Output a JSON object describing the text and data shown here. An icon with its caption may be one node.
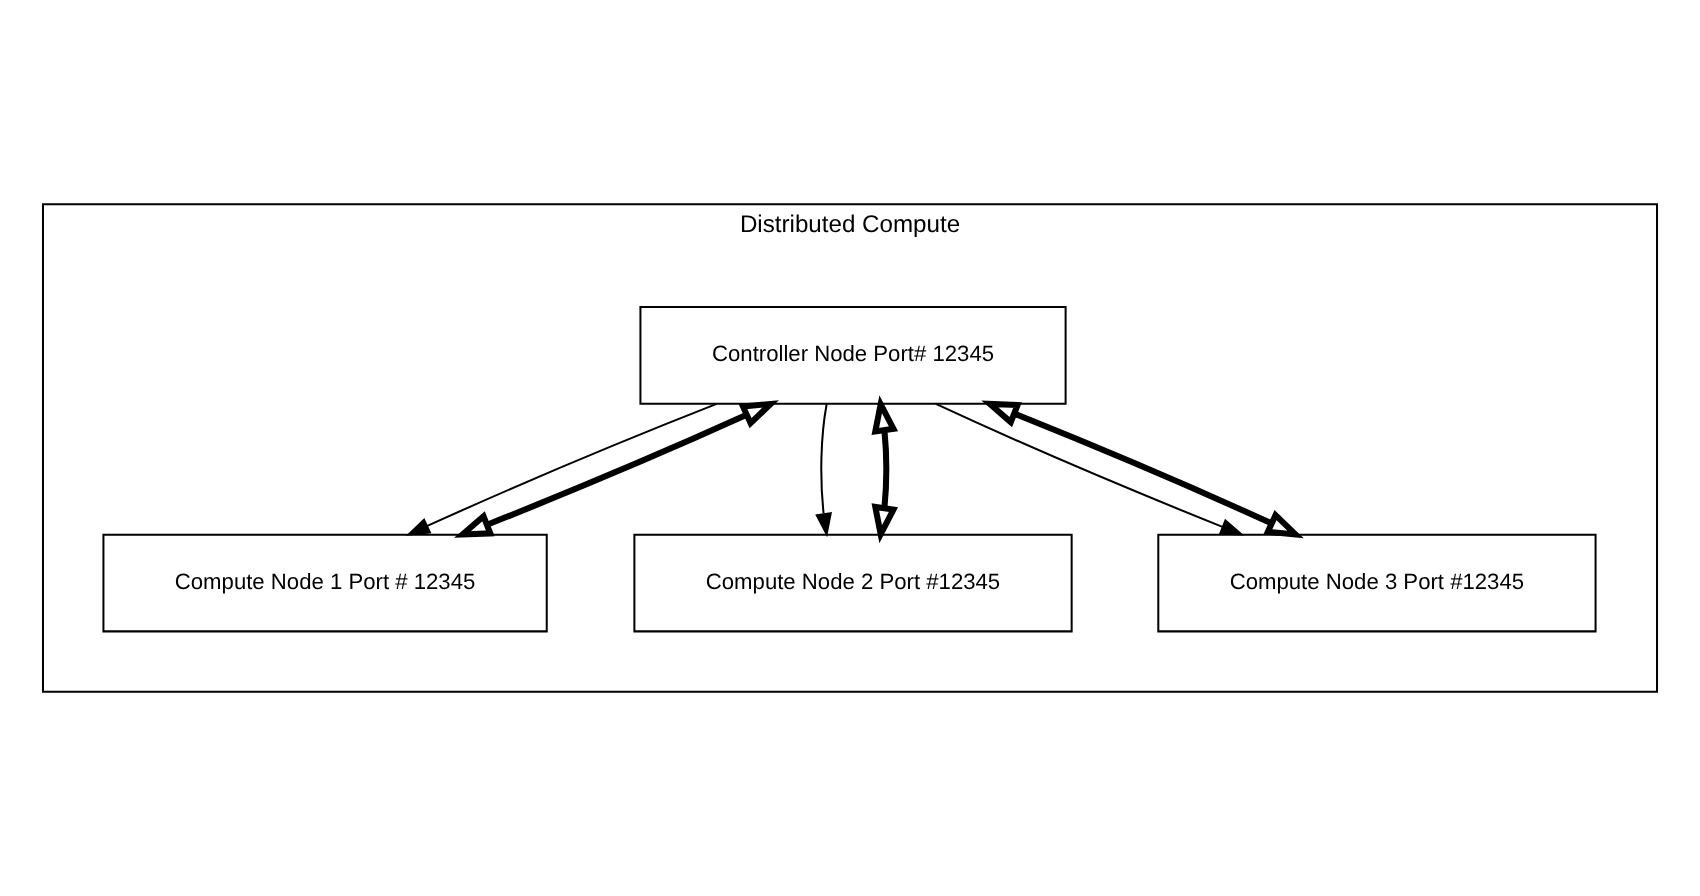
{
  "diagram": {
    "nodes": [
      {
        "text": [
          "Distributed Compute"
        ]
      },
      {
        "text": [
          "Controller Node Port# 12345"
        ],
        "in": 0
      },
      {
        "text": [
          "Compute Node 1 Port # 12345"
        ],
        "in": 0
      },
      {
        "text": [
          "Compute Node 2 Port #12345"
        ],
        "in": 0
      },
      {
        "text": [
          "Compute Node 3 Port #12345"
        ],
        "in": 0
      }
    ],
    "edges": [
      {
        "from": 1,
        "to": 2,
        "arrow": "to"
      },
      {
        "from": 1,
        "to": 3,
        "arrow": "to"
      },
      {
        "from": 1,
        "to": 4,
        "arrow": "to"
      },
      {
        "from": 1,
        "to": 2,
        "arrow": "both",
        "style": "thick"
      },
      {
        "from": 1,
        "to": 3,
        "arrow": "both",
        "style": "thick"
      },
      {
        "from": 1,
        "to": 4,
        "arrow": "both",
        "style": "thick"
      }
    ]
  }
}
